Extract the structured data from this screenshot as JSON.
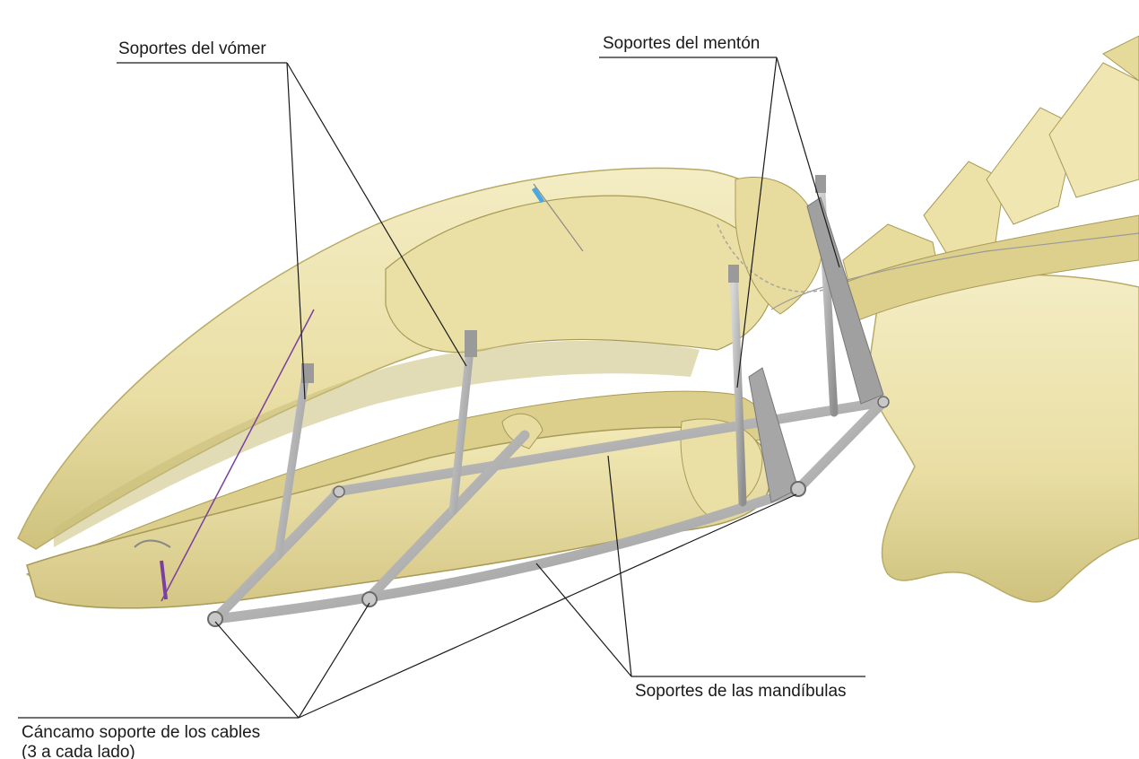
{
  "diagram": {
    "labels": {
      "vomer": "Soportes del vómer",
      "menton": "Soportes del mentón",
      "mandibulas": "Soportes de las mandíbulas",
      "cancamo_line1": "Cáncamo soporte de los cables",
      "cancamo_line2": "(3 a cada lado)"
    }
  },
  "colors": {
    "bone": "#efe6b2",
    "bone_shadow": "#c9bd7a",
    "bone_dark": "#a89a58",
    "steel": "#b3b3b3",
    "steel_dark": "#7a7a7a",
    "leader": "#1a1a1a",
    "cable_blue": "#4aa8e0",
    "cable_purple": "#7a3fa0"
  }
}
